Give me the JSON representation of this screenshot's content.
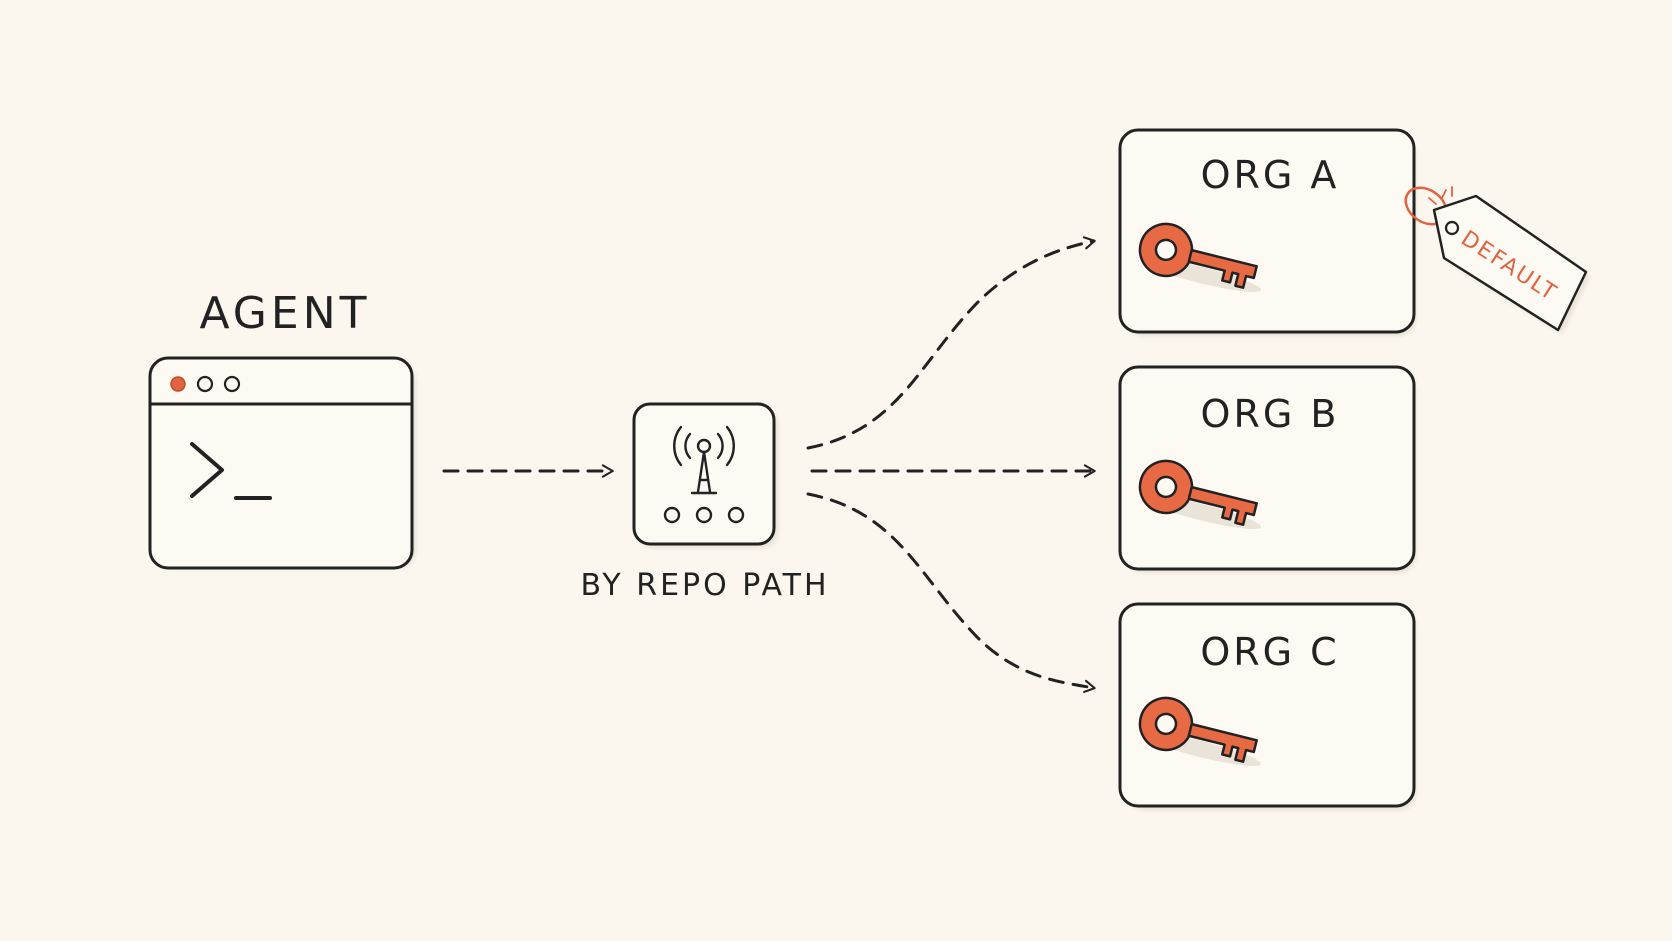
{
  "agent": {
    "label": "AGENT",
    "prompt": ">_",
    "dots": [
      "red",
      "grey",
      "grey"
    ]
  },
  "router": {
    "label": "BY REPO PATH",
    "icon": "antenna-router-icon"
  },
  "orgs": [
    {
      "label": "ORG A",
      "icon": "key-icon",
      "tag": "DEFAULT"
    },
    {
      "label": "ORG B",
      "icon": "key-icon"
    },
    {
      "label": "ORG C",
      "icon": "key-icon"
    }
  ],
  "colors": {
    "background": "#fbf6ee",
    "ink": "#222222",
    "accent": "#e06440",
    "box_fill": "#fdf9f3"
  }
}
